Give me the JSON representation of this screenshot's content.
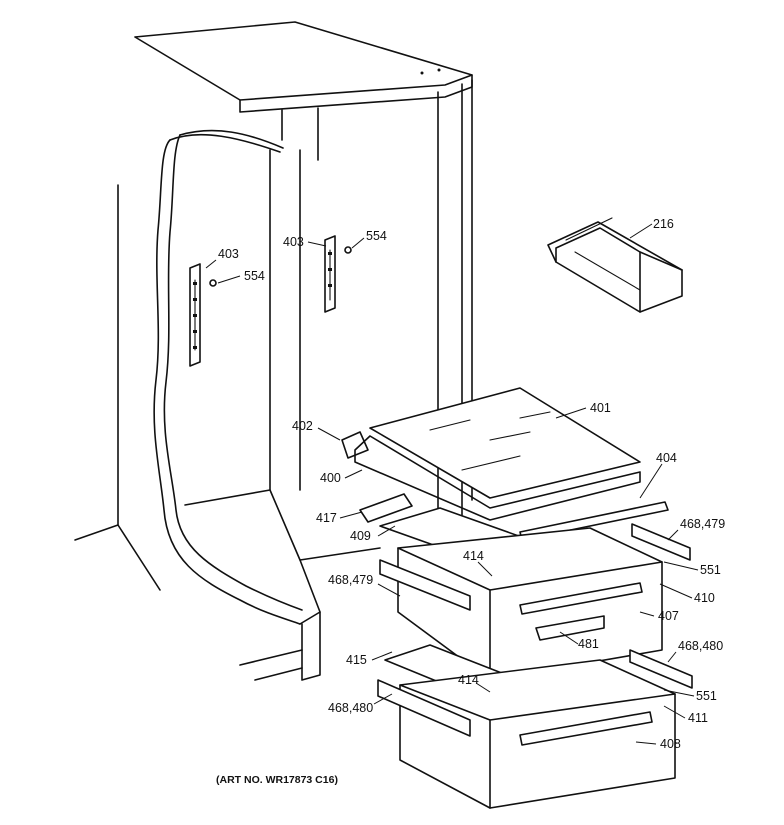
{
  "diagram": {
    "art_number": "(ART NO. WR17873 C16)",
    "callouts": {
      "c216": "216",
      "c401": "401",
      "c402": "402",
      "c400": "400",
      "c403_left": "403",
      "c554_left": "554",
      "c403_right": "403",
      "c554_right": "554",
      "c404": "404",
      "c417": "417",
      "c409": "409",
      "c414_upper": "414",
      "c468_479_right": "468,479",
      "c468_479_left": "468,479",
      "c551_upper": "551",
      "c410": "410",
      "c407": "407",
      "c481": "481",
      "c415": "415",
      "c468_480_right": "468,480",
      "c414_lower": "414",
      "c551_lower": "551",
      "c468_480_left": "468,480",
      "c411": "411",
      "c408": "408"
    }
  }
}
